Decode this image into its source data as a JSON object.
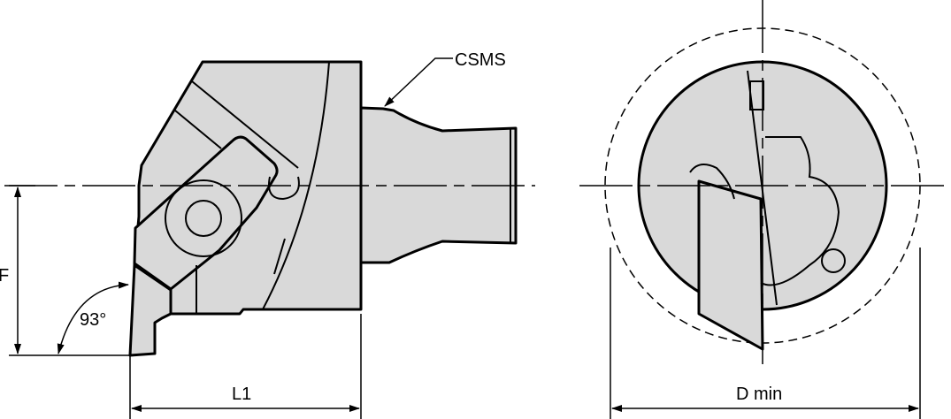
{
  "labels": {
    "connection": "CSMS",
    "height": "F",
    "angle": "93°",
    "length": "L1",
    "diameter": "D min"
  },
  "colors": {
    "part_fill": "#d9d9d9",
    "line": "#000000"
  }
}
